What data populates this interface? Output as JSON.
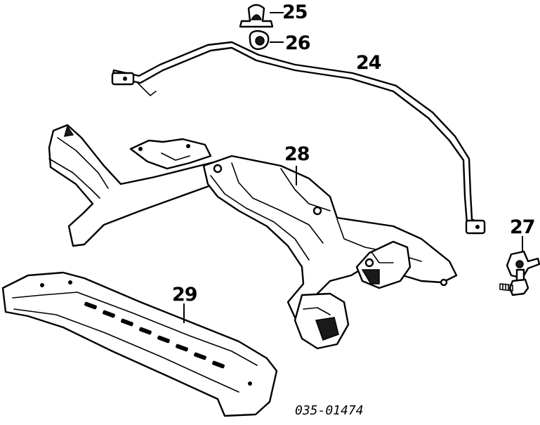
{
  "diagram": {
    "callouts": {
      "p24": "24",
      "p25": "25",
      "p26": "26",
      "p27": "27",
      "p28": "28",
      "p29": "29"
    },
    "code": "035-01474",
    "colors": {
      "ink": "#000000",
      "paper": "#ffffff"
    }
  }
}
